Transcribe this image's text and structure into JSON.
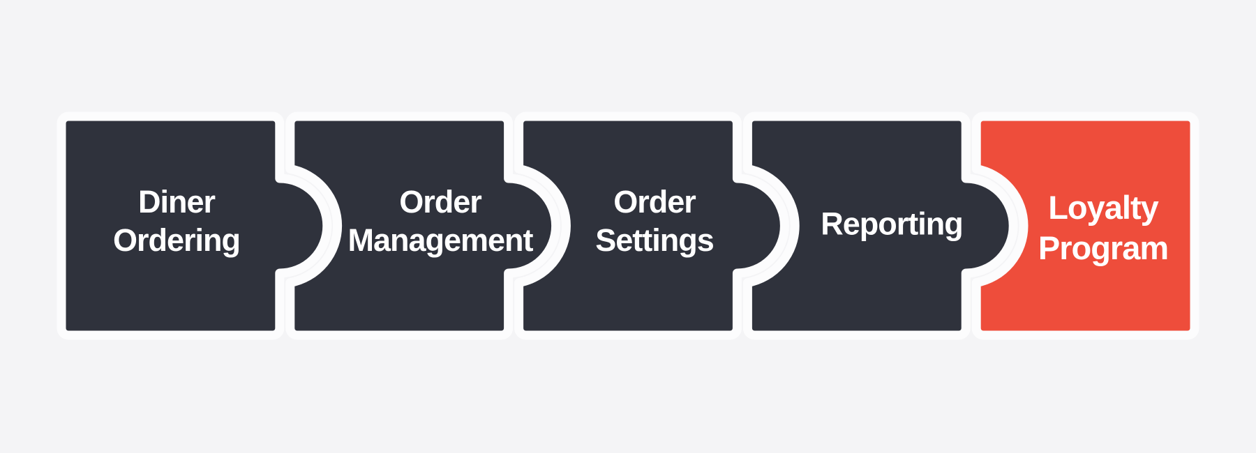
{
  "diagram": {
    "type": "puzzle-flow",
    "pieces": [
      {
        "label": "Diner Ordering",
        "lines": [
          "Diner",
          "Ordering"
        ],
        "color": "#2f323c"
      },
      {
        "label": "Order Management",
        "lines": [
          "Order",
          "Management"
        ],
        "color": "#2f323c"
      },
      {
        "label": "Order Settings",
        "lines": [
          "Order",
          "Settings"
        ],
        "color": "#2f323c"
      },
      {
        "label": "Reporting",
        "lines": [
          "Reporting"
        ],
        "color": "#2f323c"
      },
      {
        "label": "Loyalty Program",
        "lines": [
          "Loyalty",
          "Program"
        ],
        "color": "#ee4d3b"
      }
    ],
    "colors": {
      "dark_piece": "#2f323c",
      "accent_piece": "#ee4d3b",
      "background": "#f4f4f6",
      "outline": "#fcfcfd",
      "text": "#ffffff"
    }
  }
}
